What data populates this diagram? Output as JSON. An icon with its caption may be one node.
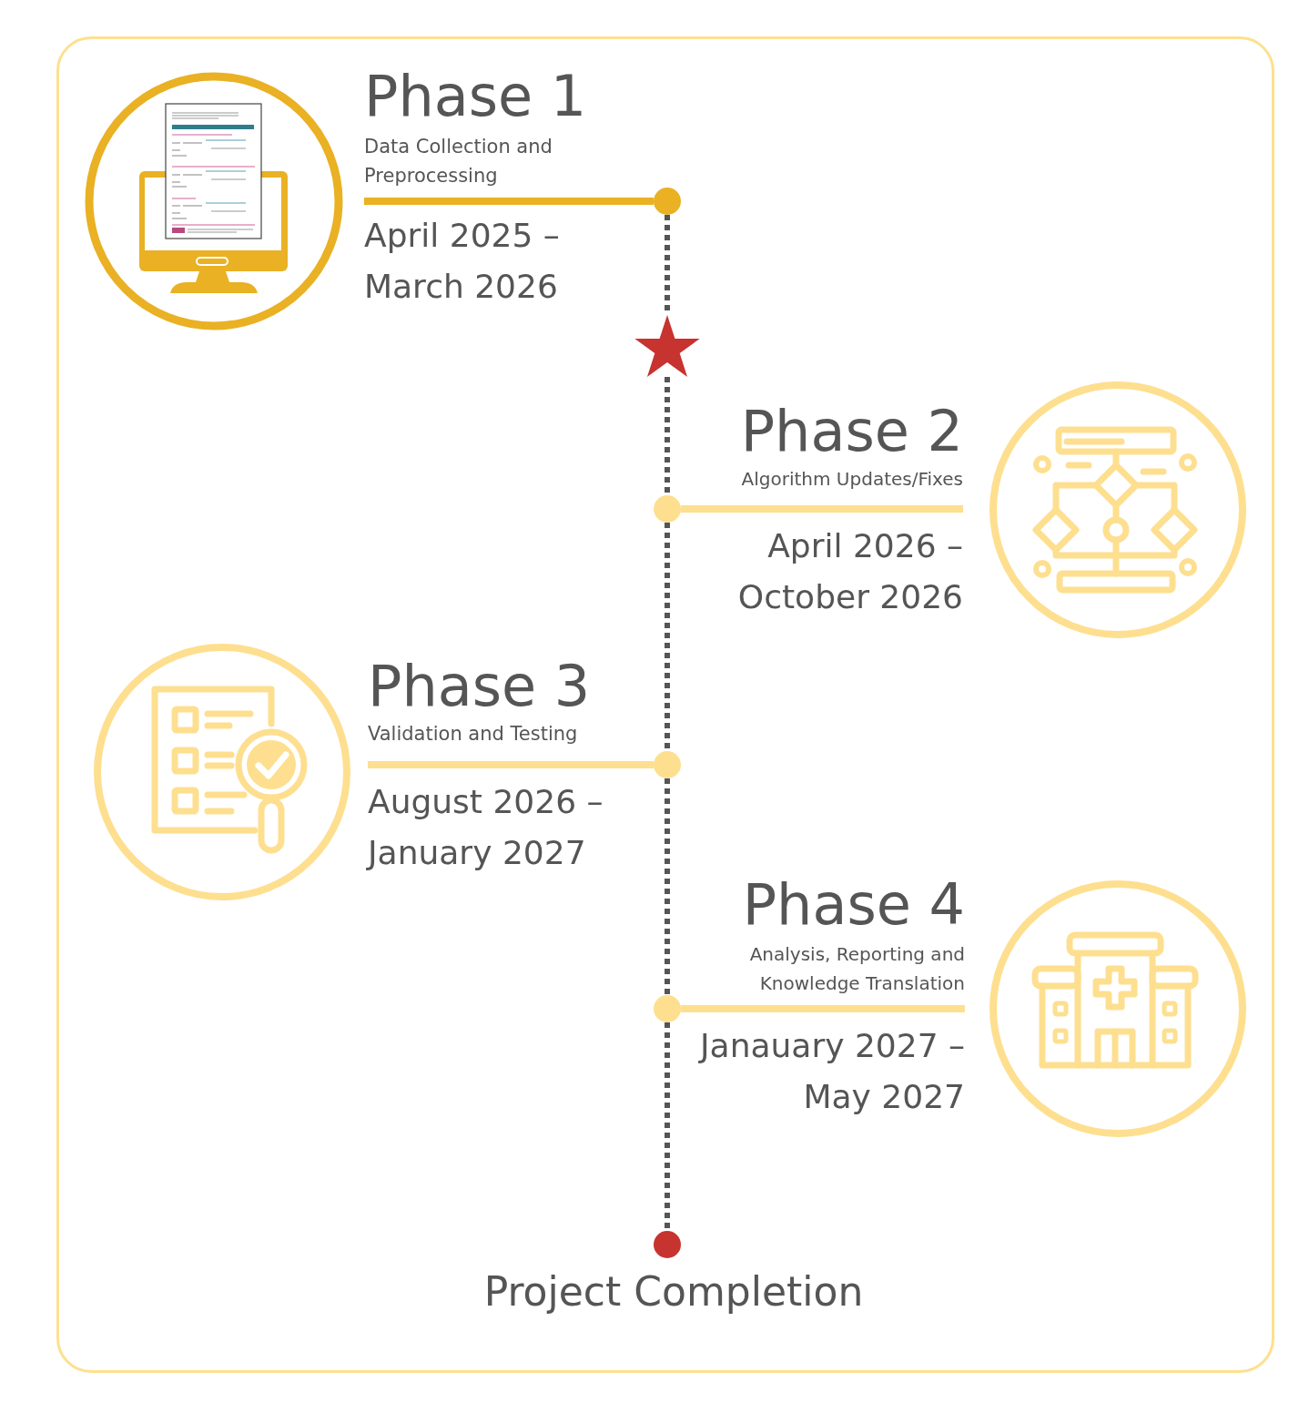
{
  "diagram": {
    "nodes": [
      {
        "text": [
          "Phase 1",
          "Data Collection and Preprocessing"
        ],
        "beside": [
          "April 2025 – March 2026"
        ]
      },
      {
        "text": [],
        "shape": "circle"
      },
      {
        "text": [],
        "shape": "star"
      },
      {
        "text": [
          "Phase 2",
          "Algorithm Updates/Fixes"
        ],
        "beside": [
          "April 2026 – October 2026"
        ]
      },
      {
        "text": [],
        "shape": "circle"
      },
      {
        "text": [
          "Phase 3",
          "Validation and Testing"
        ],
        "beside": [
          "August 2026 – January 2027"
        ]
      },
      {
        "text": [],
        "shape": "circle"
      },
      {
        "text": [
          "Phase 4",
          "Analysis, Reporting and Knowledge Translation"
        ],
        "beside": [
          "Janauary 2027 – May 2027"
        ]
      },
      {
        "text": [],
        "shape": "circle"
      },
      {
        "text": [],
        "shape": "circle",
        "beside": [
          "Project Completion"
        ]
      }
    ],
    "edges": [
      {
        "from": 0,
        "to": 1,
        "arrow": "none",
        "color": "#e9b123"
      },
      {
        "from": 1,
        "to": 2,
        "arrow": "none",
        "style": "dashed"
      },
      {
        "from": 2,
        "to": 4,
        "arrow": "none",
        "style": "dashed"
      },
      {
        "from": 3,
        "to": 4,
        "arrow": "none",
        "color": "#fddf8f"
      },
      {
        "from": 4,
        "to": 6,
        "arrow": "none",
        "style": "dashed"
      },
      {
        "from": 5,
        "to": 6,
        "arrow": "none",
        "color": "#fddf8f"
      },
      {
        "from": 6,
        "to": 8,
        "arrow": "none",
        "style": "dashed"
      },
      {
        "from": 7,
        "to": 8,
        "arrow": "none",
        "color": "#fddf8f"
      },
      {
        "from": 8,
        "to": 9,
        "arrow": "none",
        "style": "dashed"
      }
    ]
  }
}
